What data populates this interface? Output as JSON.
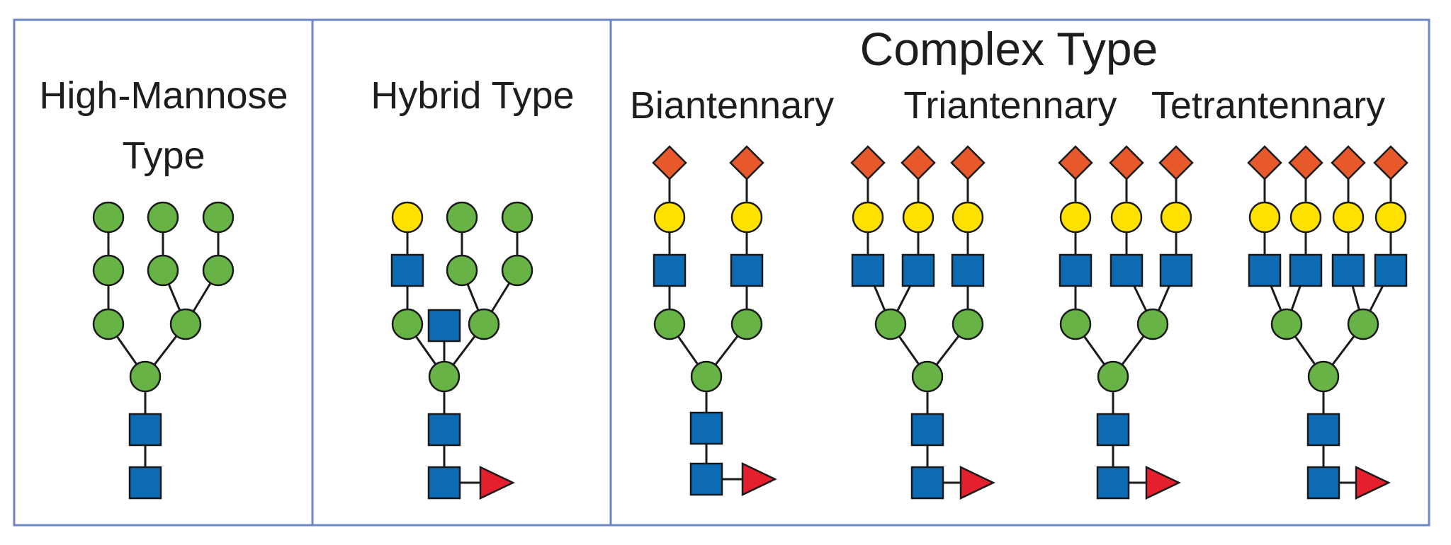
{
  "titles": {
    "high_mannose_line1": "High-Mannose",
    "high_mannose_line2": "Type",
    "hybrid": "Hybrid Type",
    "complex": "Complex Type",
    "biantennary": "Biantennary",
    "triantennary": "Triantennary",
    "tetrantennary": "Tetrantennary"
  },
  "colors": {
    "mannose": "#67b346",
    "galactose": "#ffe100",
    "glcnac": "#0c6bb3",
    "sialic_acid": "#e7582b",
    "fucose": "#e5202e",
    "panel_border": "#6b86c4",
    "outline": "#1a1a1a"
  },
  "legend_note": "",
  "glycans": [
    {
      "name": "high-mannose",
      "nodes": [
        {
          "id": "n1",
          "type": "glcnac"
        },
        {
          "id": "n2",
          "type": "glcnac"
        },
        {
          "id": "m0",
          "type": "mannose"
        },
        {
          "id": "mL",
          "type": "mannose"
        },
        {
          "id": "mR",
          "type": "mannose"
        },
        {
          "id": "mL2",
          "type": "mannose"
        },
        {
          "id": "mL3",
          "type": "mannose"
        },
        {
          "id": "mA",
          "type": "mannose"
        },
        {
          "id": "mB",
          "type": "mannose"
        },
        {
          "id": "mA2",
          "type": "mannose"
        },
        {
          "id": "mB2",
          "type": "mannose"
        }
      ],
      "edges": [
        [
          "n1",
          "n2"
        ],
        [
          "n2",
          "m0"
        ],
        [
          "m0",
          "mL"
        ],
        [
          "m0",
          "mR"
        ],
        [
          "mL",
          "mL2"
        ],
        [
          "mL2",
          "mL3"
        ],
        [
          "mR",
          "mA"
        ],
        [
          "mR",
          "mB"
        ],
        [
          "mA",
          "mA2"
        ],
        [
          "mB",
          "mB2"
        ]
      ]
    },
    {
      "name": "hybrid",
      "nodes": [
        {
          "id": "n1",
          "type": "glcnac"
        },
        {
          "id": "f",
          "type": "fucose"
        },
        {
          "id": "n2",
          "type": "glcnac"
        },
        {
          "id": "m0",
          "type": "mannose"
        },
        {
          "id": "bis",
          "type": "glcnac"
        },
        {
          "id": "mL",
          "type": "mannose"
        },
        {
          "id": "mR",
          "type": "mannose"
        },
        {
          "id": "gn",
          "type": "glcnac"
        },
        {
          "id": "gal",
          "type": "galactose"
        },
        {
          "id": "mA",
          "type": "mannose"
        },
        {
          "id": "mB",
          "type": "mannose"
        },
        {
          "id": "mA2",
          "type": "mannose"
        },
        {
          "id": "mB2",
          "type": "mannose"
        }
      ],
      "edges": [
        [
          "n1",
          "f"
        ],
        [
          "n1",
          "n2"
        ],
        [
          "n2",
          "m0"
        ],
        [
          "m0",
          "bis"
        ],
        [
          "m0",
          "mL"
        ],
        [
          "m0",
          "mR"
        ],
        [
          "mL",
          "gn"
        ],
        [
          "gn",
          "gal"
        ],
        [
          "mR",
          "mA"
        ],
        [
          "mR",
          "mB"
        ],
        [
          "mA",
          "mA2"
        ],
        [
          "mB",
          "mB2"
        ]
      ]
    },
    {
      "name": "biantennary",
      "nodes": [
        {
          "id": "n1",
          "type": "glcnac"
        },
        {
          "id": "f",
          "type": "fucose"
        },
        {
          "id": "n2",
          "type": "glcnac"
        },
        {
          "id": "m0",
          "type": "mannose"
        },
        {
          "id": "mL",
          "type": "mannose"
        },
        {
          "id": "mR",
          "type": "mannose"
        },
        {
          "id": "gnL",
          "type": "glcnac"
        },
        {
          "id": "gnR",
          "type": "glcnac"
        },
        {
          "id": "galL",
          "type": "galactose"
        },
        {
          "id": "galR",
          "type": "galactose"
        },
        {
          "id": "saL",
          "type": "sialic_acid"
        },
        {
          "id": "saR",
          "type": "sialic_acid"
        }
      ],
      "edges": [
        [
          "n1",
          "f"
        ],
        [
          "n1",
          "n2"
        ],
        [
          "n2",
          "m0"
        ],
        [
          "m0",
          "mL"
        ],
        [
          "m0",
          "mR"
        ],
        [
          "mL",
          "gnL"
        ],
        [
          "mR",
          "gnR"
        ],
        [
          "gnL",
          "galL"
        ],
        [
          "gnR",
          "galR"
        ],
        [
          "galL",
          "saL"
        ],
        [
          "galR",
          "saR"
        ]
      ]
    },
    {
      "name": "triantennary-a",
      "nodes": [
        {
          "id": "n1",
          "type": "glcnac"
        },
        {
          "id": "f",
          "type": "fucose"
        },
        {
          "id": "n2",
          "type": "glcnac"
        },
        {
          "id": "m0",
          "type": "mannose"
        },
        {
          "id": "mL",
          "type": "mannose"
        },
        {
          "id": "mR",
          "type": "mannose"
        },
        {
          "id": "g1",
          "type": "glcnac"
        },
        {
          "id": "g2",
          "type": "glcnac"
        },
        {
          "id": "g3",
          "type": "glcnac"
        },
        {
          "id": "ga1",
          "type": "galactose"
        },
        {
          "id": "ga2",
          "type": "galactose"
        },
        {
          "id": "ga3",
          "type": "galactose"
        },
        {
          "id": "s1",
          "type": "sialic_acid"
        },
        {
          "id": "s2",
          "type": "sialic_acid"
        },
        {
          "id": "s3",
          "type": "sialic_acid"
        }
      ],
      "edges": [
        [
          "n1",
          "f"
        ],
        [
          "n1",
          "n2"
        ],
        [
          "n2",
          "m0"
        ],
        [
          "m0",
          "mL"
        ],
        [
          "m0",
          "mR"
        ],
        [
          "mL",
          "g1"
        ],
        [
          "mL",
          "g2"
        ],
        [
          "mR",
          "g3"
        ],
        [
          "g1",
          "ga1"
        ],
        [
          "g2",
          "ga2"
        ],
        [
          "g3",
          "ga3"
        ],
        [
          "ga1",
          "s1"
        ],
        [
          "ga2",
          "s2"
        ],
        [
          "ga3",
          "s3"
        ]
      ]
    },
    {
      "name": "triantennary-b",
      "nodes": [
        {
          "id": "n1",
          "type": "glcnac"
        },
        {
          "id": "f",
          "type": "fucose"
        },
        {
          "id": "n2",
          "type": "glcnac"
        },
        {
          "id": "m0",
          "type": "mannose"
        },
        {
          "id": "mL",
          "type": "mannose"
        },
        {
          "id": "mR",
          "type": "mannose"
        },
        {
          "id": "g1",
          "type": "glcnac"
        },
        {
          "id": "g2",
          "type": "glcnac"
        },
        {
          "id": "g3",
          "type": "glcnac"
        },
        {
          "id": "ga1",
          "type": "galactose"
        },
        {
          "id": "ga2",
          "type": "galactose"
        },
        {
          "id": "ga3",
          "type": "galactose"
        },
        {
          "id": "s1",
          "type": "sialic_acid"
        },
        {
          "id": "s2",
          "type": "sialic_acid"
        },
        {
          "id": "s3",
          "type": "sialic_acid"
        }
      ],
      "edges": [
        [
          "n1",
          "f"
        ],
        [
          "n1",
          "n2"
        ],
        [
          "n2",
          "m0"
        ],
        [
          "m0",
          "mL"
        ],
        [
          "m0",
          "mR"
        ],
        [
          "mL",
          "g1"
        ],
        [
          "mR",
          "g2"
        ],
        [
          "mR",
          "g3"
        ],
        [
          "g1",
          "ga1"
        ],
        [
          "g2",
          "ga2"
        ],
        [
          "g3",
          "ga3"
        ],
        [
          "ga1",
          "s1"
        ],
        [
          "ga2",
          "s2"
        ],
        [
          "ga3",
          "s3"
        ]
      ]
    },
    {
      "name": "tetrantennary",
      "nodes": [
        {
          "id": "n1",
          "type": "glcnac"
        },
        {
          "id": "f",
          "type": "fucose"
        },
        {
          "id": "n2",
          "type": "glcnac"
        },
        {
          "id": "m0",
          "type": "mannose"
        },
        {
          "id": "mL",
          "type": "mannose"
        },
        {
          "id": "mR",
          "type": "mannose"
        },
        {
          "id": "g1",
          "type": "glcnac"
        },
        {
          "id": "g2",
          "type": "glcnac"
        },
        {
          "id": "g3",
          "type": "glcnac"
        },
        {
          "id": "g4",
          "type": "glcnac"
        },
        {
          "id": "ga1",
          "type": "galactose"
        },
        {
          "id": "ga2",
          "type": "galactose"
        },
        {
          "id": "ga3",
          "type": "galactose"
        },
        {
          "id": "ga4",
          "type": "galactose"
        },
        {
          "id": "s1",
          "type": "sialic_acid"
        },
        {
          "id": "s2",
          "type": "sialic_acid"
        },
        {
          "id": "s3",
          "type": "sialic_acid"
        },
        {
          "id": "s4",
          "type": "sialic_acid"
        }
      ],
      "edges": [
        [
          "n1",
          "f"
        ],
        [
          "n1",
          "n2"
        ],
        [
          "n2",
          "m0"
        ],
        [
          "m0",
          "mL"
        ],
        [
          "m0",
          "mR"
        ],
        [
          "mL",
          "g1"
        ],
        [
          "mL",
          "g2"
        ],
        [
          "mR",
          "g3"
        ],
        [
          "mR",
          "g4"
        ],
        [
          "g1",
          "ga1"
        ],
        [
          "g2",
          "ga2"
        ],
        [
          "g3",
          "ga3"
        ],
        [
          "g4",
          "ga4"
        ],
        [
          "ga1",
          "s1"
        ],
        [
          "ga2",
          "s2"
        ],
        [
          "ga3",
          "s3"
        ],
        [
          "ga4",
          "s4"
        ]
      ]
    }
  ]
}
